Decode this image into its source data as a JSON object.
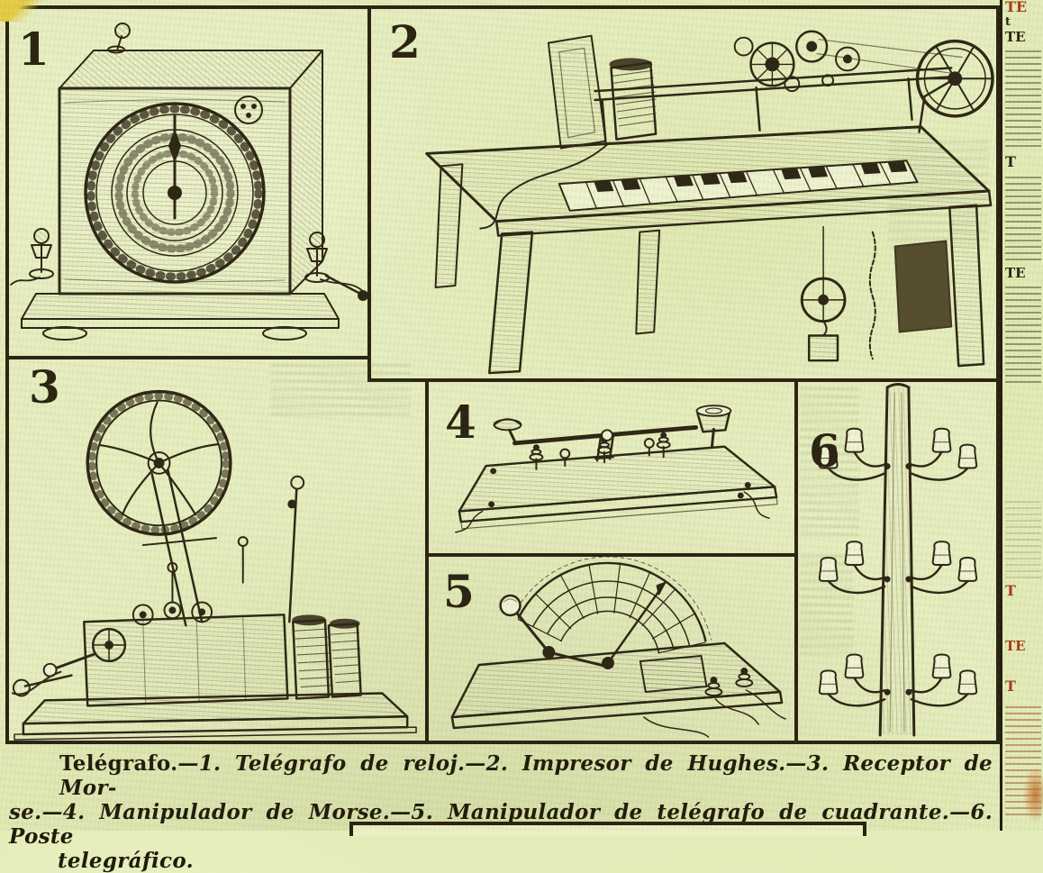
{
  "palette": {
    "paper": "#e4edb9",
    "plate_paper": "#e7efc0",
    "ink": "#2b2312",
    "accent_red": "#a83a1b",
    "corner_yellow": "#e6cd45",
    "smudge_orange": "#c4742c"
  },
  "figure": {
    "panels": [
      {
        "number": "1",
        "subject": "Telégrafo de reloj"
      },
      {
        "number": "2",
        "subject": "Impresor de Hughes"
      },
      {
        "number": "3",
        "subject": "Receptor de Morse"
      },
      {
        "number": "4",
        "subject": "Manipulador de Morse"
      },
      {
        "number": "5",
        "subject": "Manipulador de telégrafo de cuadrante"
      },
      {
        "number": "6",
        "subject": "Poste telegráfico"
      }
    ],
    "caption": {
      "lead": "Telégrafo.",
      "line1_rest": "—1. Telégrafo de reloj.—2. Impresor de Hughes.—3. Receptor de Mor-",
      "line2": "se.—4. Manipulador de Morse.—5. Manipulador de telégrafo de cuadrante.—6. Poste",
      "line3": "telegráfico."
    }
  },
  "margin_column": {
    "fragments": [
      {
        "text": "TE",
        "tone": "red"
      },
      {
        "text": "t",
        "tone": "ink"
      },
      {
        "text": "TE",
        "tone": "ink"
      },
      {
        "text": "T",
        "tone": "ink"
      },
      {
        "text": "TE",
        "tone": "ink"
      },
      {
        "text": "T",
        "tone": "red"
      },
      {
        "text": "TE",
        "tone": "red"
      },
      {
        "text": "T",
        "tone": "red"
      }
    ]
  }
}
